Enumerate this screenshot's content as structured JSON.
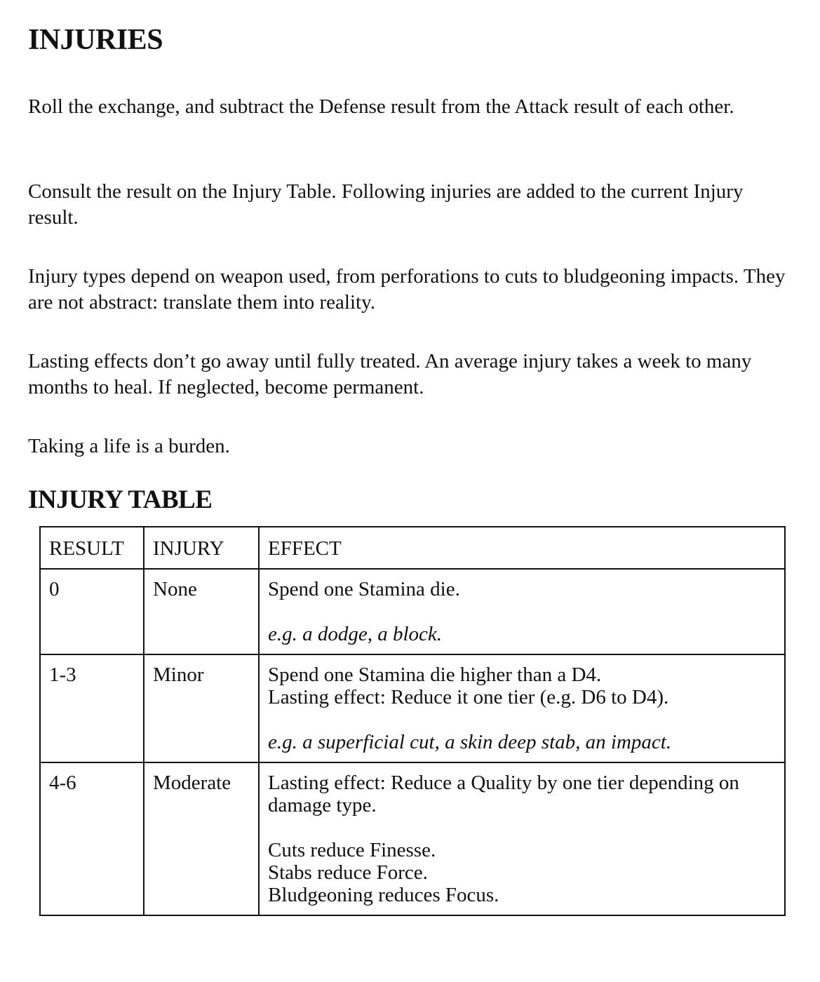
{
  "title": "INJURIES",
  "paragraphs": [
    "Roll the exchange, and subtract the Defense result from the Attack result of each other.",
    "Consult the result on the Injury Table. Following injuries are added to the current Injury result.",
    "Injury types depend on weapon used, from perforations to cuts to bludgeoning impacts. They are not abstract: translate them into reality.",
    "Lasting effects don’t go away until fully treated. An average injury takes a week to many months to heal. If neglected, become permanent.",
    "Taking a life is a burden."
  ],
  "table_title": "INJURY TABLE",
  "table": {
    "headers": [
      "RESULT",
      "INJURY",
      "EFFECT"
    ],
    "rows": [
      {
        "result": "0",
        "injury": "None",
        "effect_lines": [
          "Spend one Stamina die."
        ],
        "example": "e.g. a dodge, a block."
      },
      {
        "result": "1-3",
        "injury": "Minor",
        "effect_lines": [
          "Spend one Stamina die higher than a D4.",
          "Lasting effect: Reduce it one tier (e.g. D6 to D4)."
        ],
        "example": "e.g. a superficial cut, a skin deep stab, an impact."
      },
      {
        "result": "4-6",
        "injury": "Moderate",
        "effect_lines": [
          "Lasting effect: Reduce a Quality by one tier depending on damage type."
        ],
        "details": [
          "Cuts reduce Finesse.",
          "Stabs reduce Force.",
          "Bludgeoning reduces Focus."
        ]
      }
    ]
  }
}
